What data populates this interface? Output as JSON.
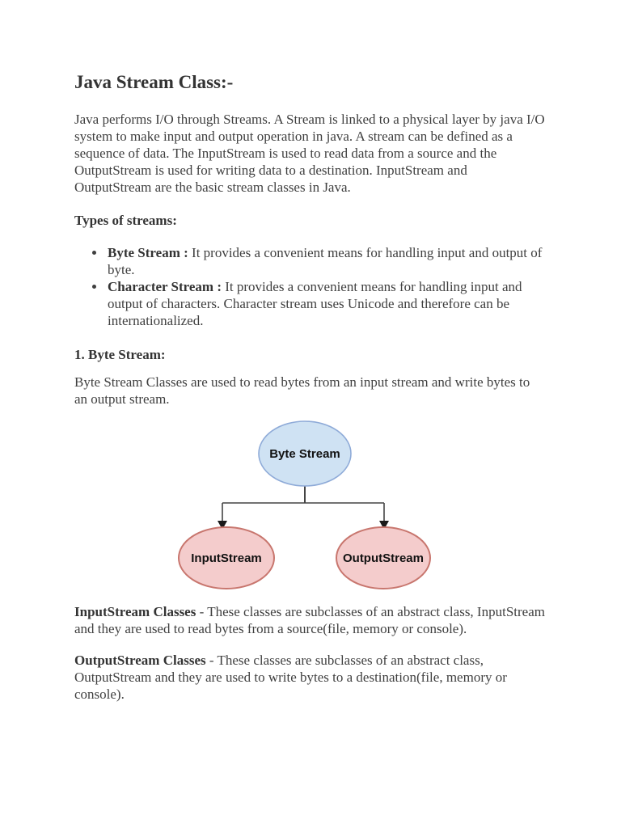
{
  "document": {
    "title": "Java Stream Class:-",
    "intro": "Java performs I/O through Streams. A Stream is linked to a physical layer by java I/O system to make input and output operation in java. A stream can be defined as a sequence of data. The InputStream is used to read data from a source and the OutputStream is used for writing data to a destination. InputStream and OutputStream are the basic stream classes in Java.",
    "types_heading": "Types of streams:",
    "bullets": [
      {
        "bold": "Byte Stream :",
        "rest": " It provides a convenient means for handling input and output of byte."
      },
      {
        "bold": "Character Stream :",
        "rest": " It provides a convenient means for handling input and output of characters. Character stream uses Unicode and therefore can be internationalized."
      }
    ],
    "section1_heading": "1. Byte Stream:",
    "section1_text": "Byte Stream Classes are used to read bytes from an input stream and write bytes to an output stream.",
    "diagram": {
      "root_label": "Byte Stream",
      "left_label": "InputStream",
      "right_label": "OutputStream",
      "root_fill": "#cfe2f3",
      "root_stroke": "#8fabd8",
      "child_fill": "#f4cccc",
      "child_stroke": "#c8766e",
      "line_color": "#444444",
      "arrow_color": "#1a1a1a",
      "label_color": "#111111"
    },
    "inputstream_para": {
      "bold": "InputStream Classes",
      "rest": " - These classes are subclasses of an abstract class, InputStream and they are used to read bytes from a source(file, memory or console)."
    },
    "outputstream_para": {
      "bold": "OutputStream Classes",
      "rest": " - These classes are subclasses of an abstract class, OutputStream and they are used to write bytes to a destination(file, memory or console)."
    }
  }
}
